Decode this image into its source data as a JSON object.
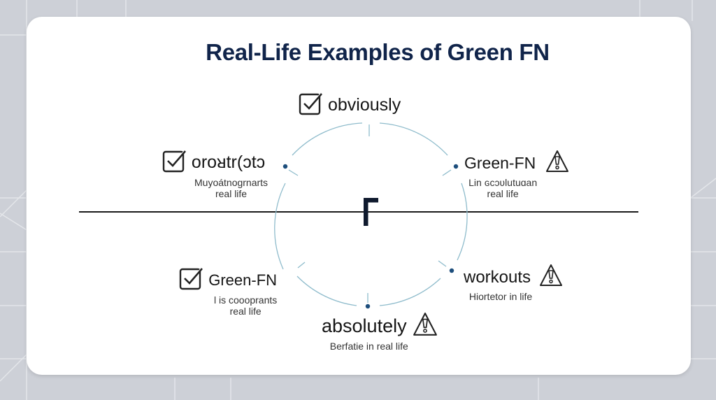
{
  "title": "Real-Life Examples of Green FN",
  "center_letter": "F",
  "colors": {
    "background": "#cdd0d7",
    "card": "#ffffff",
    "title": "#10244a",
    "circle": "#8fbccc",
    "dot": "#1d4e7c",
    "axis": "#1a1a1a"
  },
  "nodes": [
    {
      "id": "top",
      "label": "obviously",
      "icon": "checkbox-check-icon",
      "sub": []
    },
    {
      "id": "upper-left",
      "label": "oroᴚtr(ɔtɔ",
      "icon": "checkbox-check-icon",
      "sub": [
        "Muyoátnogrnarts",
        "real life"
      ]
    },
    {
      "id": "upper-right",
      "label": "Green-FN",
      "icon": "warning-triangle-icon",
      "sub": [
        "Lin ɢcɔʋlutuɑan",
        "real life"
      ]
    },
    {
      "id": "lower-left",
      "label": "Green-FN",
      "icon": "checkbox-check-icon",
      "sub": [
        "l is coooprants",
        "real life"
      ]
    },
    {
      "id": "lower-right",
      "label": "workouts",
      "icon": "warning-triangle-icon",
      "sub": [
        "Hiortetor in life"
      ]
    },
    {
      "id": "bottom",
      "label": "absolutely",
      "icon": "warning-triangle-icon",
      "sub": [
        "Berfatie in real life"
      ]
    }
  ]
}
